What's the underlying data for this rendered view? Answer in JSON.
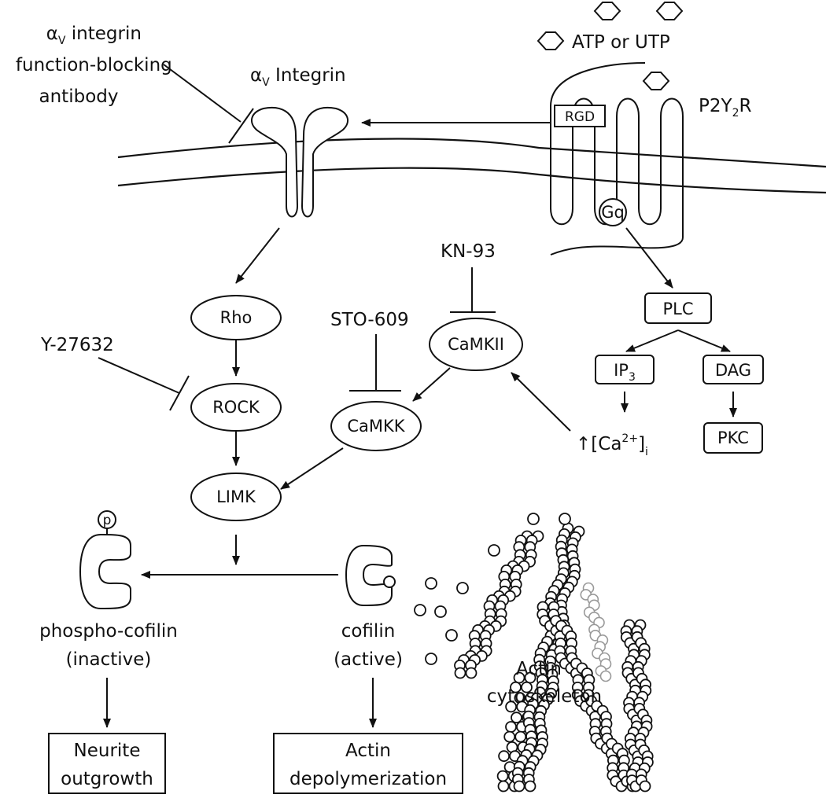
{
  "ligand": {
    "text": "ATP or UTP"
  },
  "receptor": {
    "base": "P2Y",
    "sub": "2",
    "tail": "R",
    "motif": "RGD",
    "gprotein": "Gq"
  },
  "integrin": {
    "greek": "α",
    "sub": "V",
    "name": " Integrin"
  },
  "antibody": {
    "line1_greek": "α",
    "line1_sub": "V",
    "line1_rest": " integrin",
    "line2": "function-blocking",
    "line3": "antibody"
  },
  "nodes": {
    "rho": "Rho",
    "rock": "ROCK",
    "limk": "LIMK",
    "camkii": "CaMKII",
    "camkk": "CaMKK",
    "plc": "PLC",
    "ip3_base": "IP",
    "ip3_sub": "3",
    "dag": "DAG",
    "pkc": "PKC"
  },
  "calcium": {
    "arrow": "↑",
    "open": "[Ca",
    "sup": "2+",
    "close": "]",
    "sub": "i"
  },
  "inhibitors": {
    "kn93": "KN-93",
    "sto609": "STO-609",
    "y27632": "Y-27632"
  },
  "phospho_marker": "p",
  "cofilin": {
    "phospho_label": "phospho-cofilin",
    "phospho_state": "(inactive)",
    "active_label": "cofilin",
    "active_state": "(active)"
  },
  "actin": {
    "line1": "Actin",
    "line2": "cytoskeleton"
  },
  "outcomes": {
    "neurite_1": "Neurite",
    "neurite_2": "outgrowth",
    "depoly_1": "Actin",
    "depoly_2": "depolymerization"
  }
}
